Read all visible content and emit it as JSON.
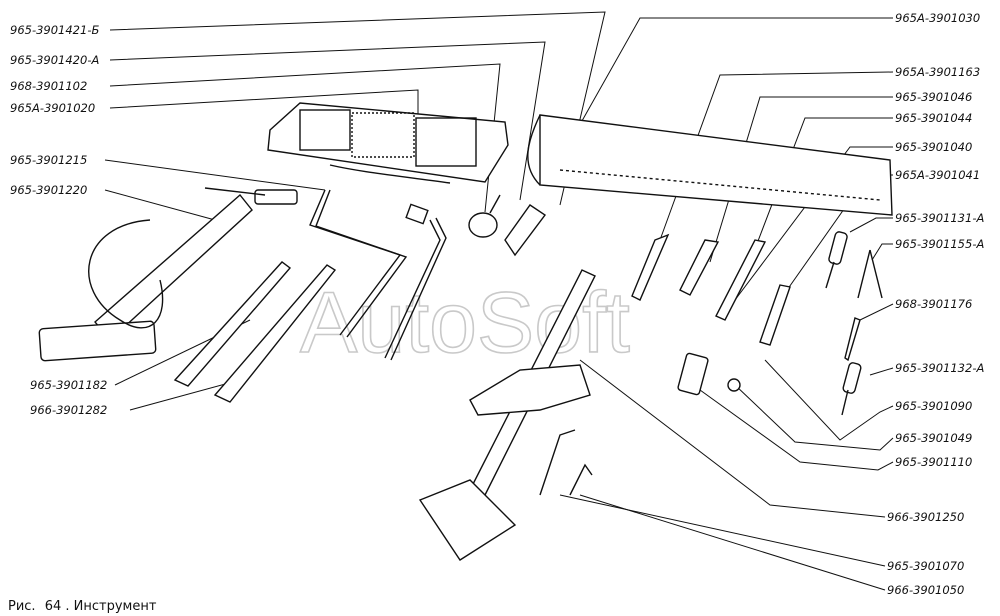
{
  "labels_left": [
    "965-3901421-Б",
    "965-3901420-А",
    "968-3901102",
    "965А-3901020",
    "965-3901215",
    "965-3901220",
    "965-3901182",
    "966-3901282"
  ],
  "labels_right": [
    "965А-3901030",
    "965А-3901163",
    "965-3901046",
    "965-3901044",
    "965-3901040",
    "965А-3901041",
    "965-3901131-А",
    "965-3901155-А",
    "968-3901176",
    "965-3901132-А",
    "965-3901090",
    "965-3901049",
    "965-3901110",
    "966-3901250",
    "965-3901070",
    "966-3901050"
  ],
  "caption": {
    "prefix": "Рис.",
    "number": "64",
    "title": ". Инструмент"
  },
  "watermark": "AutoSoft"
}
